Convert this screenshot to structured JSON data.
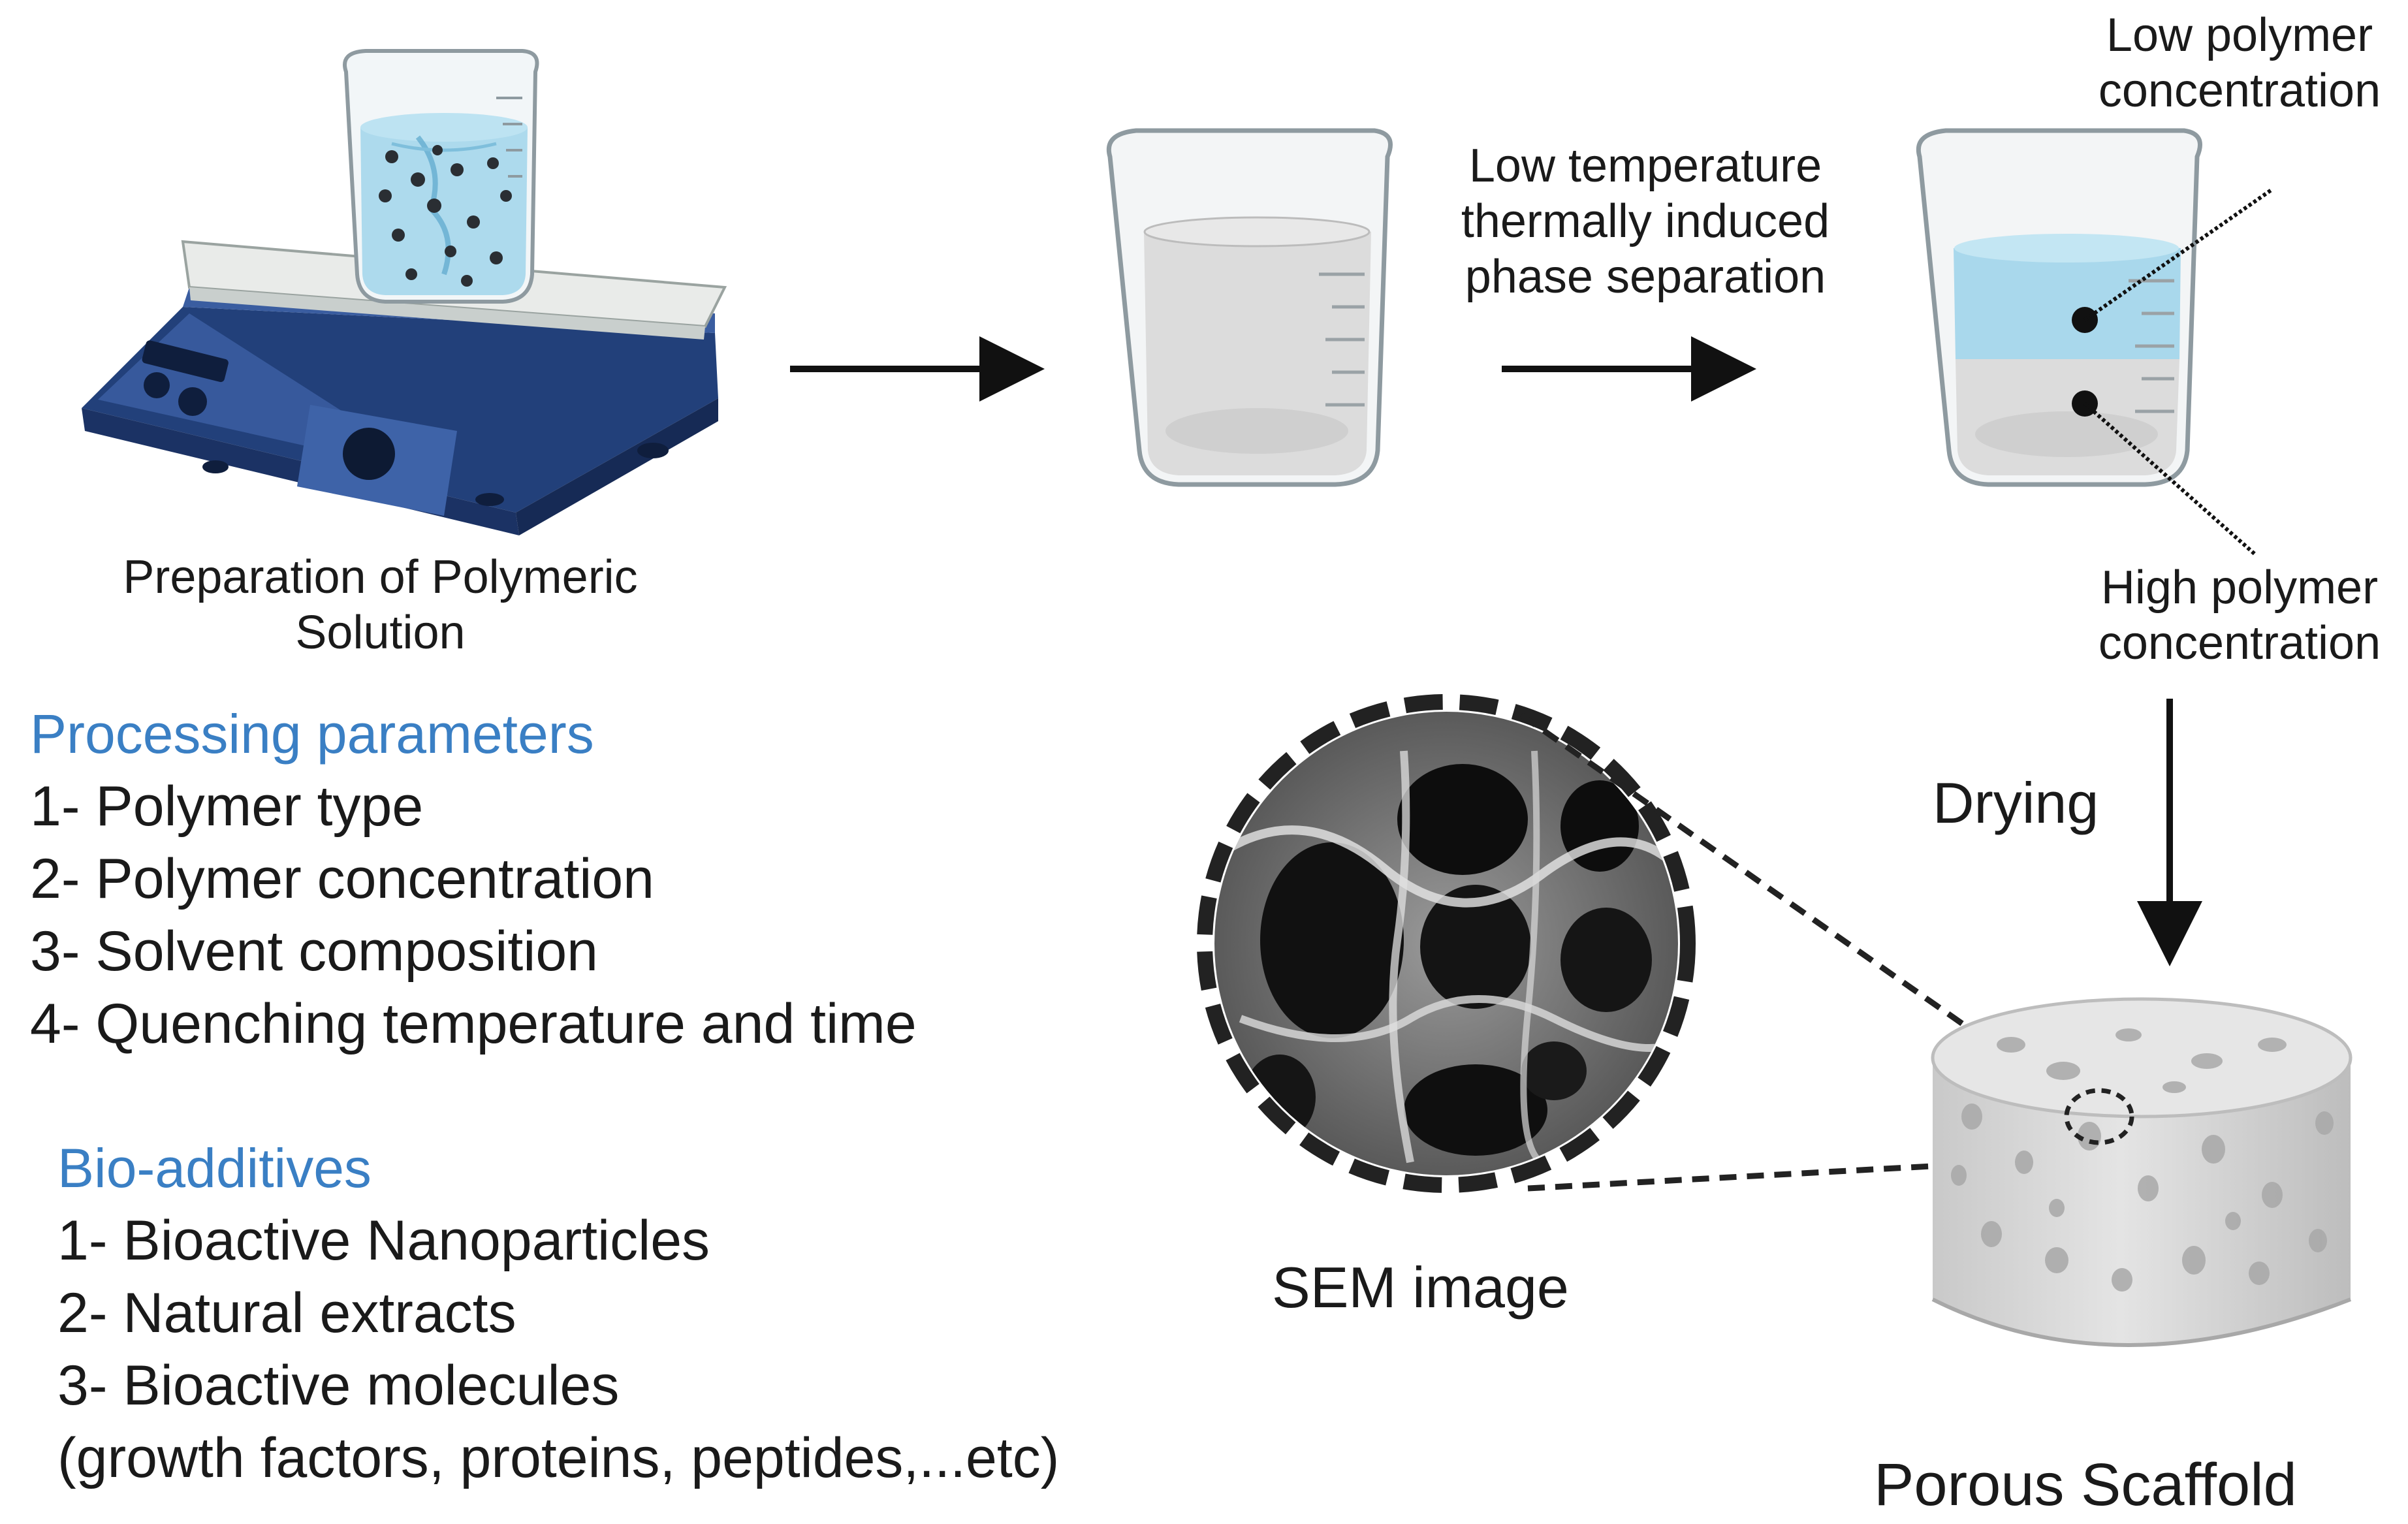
{
  "steps": {
    "preparation_label": [
      "Preparation of Polymeric",
      "Solution"
    ],
    "tips_label": [
      "Low temperature",
      "thermally induced",
      "phase separation"
    ],
    "low_conc_label": [
      "Low polymer",
      "concentration"
    ],
    "high_conc_label": [
      "High polymer",
      "concentration"
    ],
    "drying_label": "Drying",
    "sem_label": "SEM image",
    "scaffold_label": "Porous Scaffold"
  },
  "processing": {
    "title": "Processing parameters",
    "items": [
      "1- Polymer type",
      "2- Polymer concentration",
      "3- Solvent composition",
      "4- Quenching temperature and time"
    ]
  },
  "bioadditives": {
    "title": "Bio-additives",
    "items": [
      "1- Bioactive Nanoparticles",
      "2- Natural extracts",
      "3- Bioactive molecules",
      "(growth factors, proteins, peptides,...etc)"
    ]
  },
  "colors": {
    "heading_blue": "#3a7fc4",
    "hotplate_blue": "#2f4f8f",
    "solution_blue": "#a9d8ec",
    "scaffold_gray": "#d9d9d9"
  }
}
